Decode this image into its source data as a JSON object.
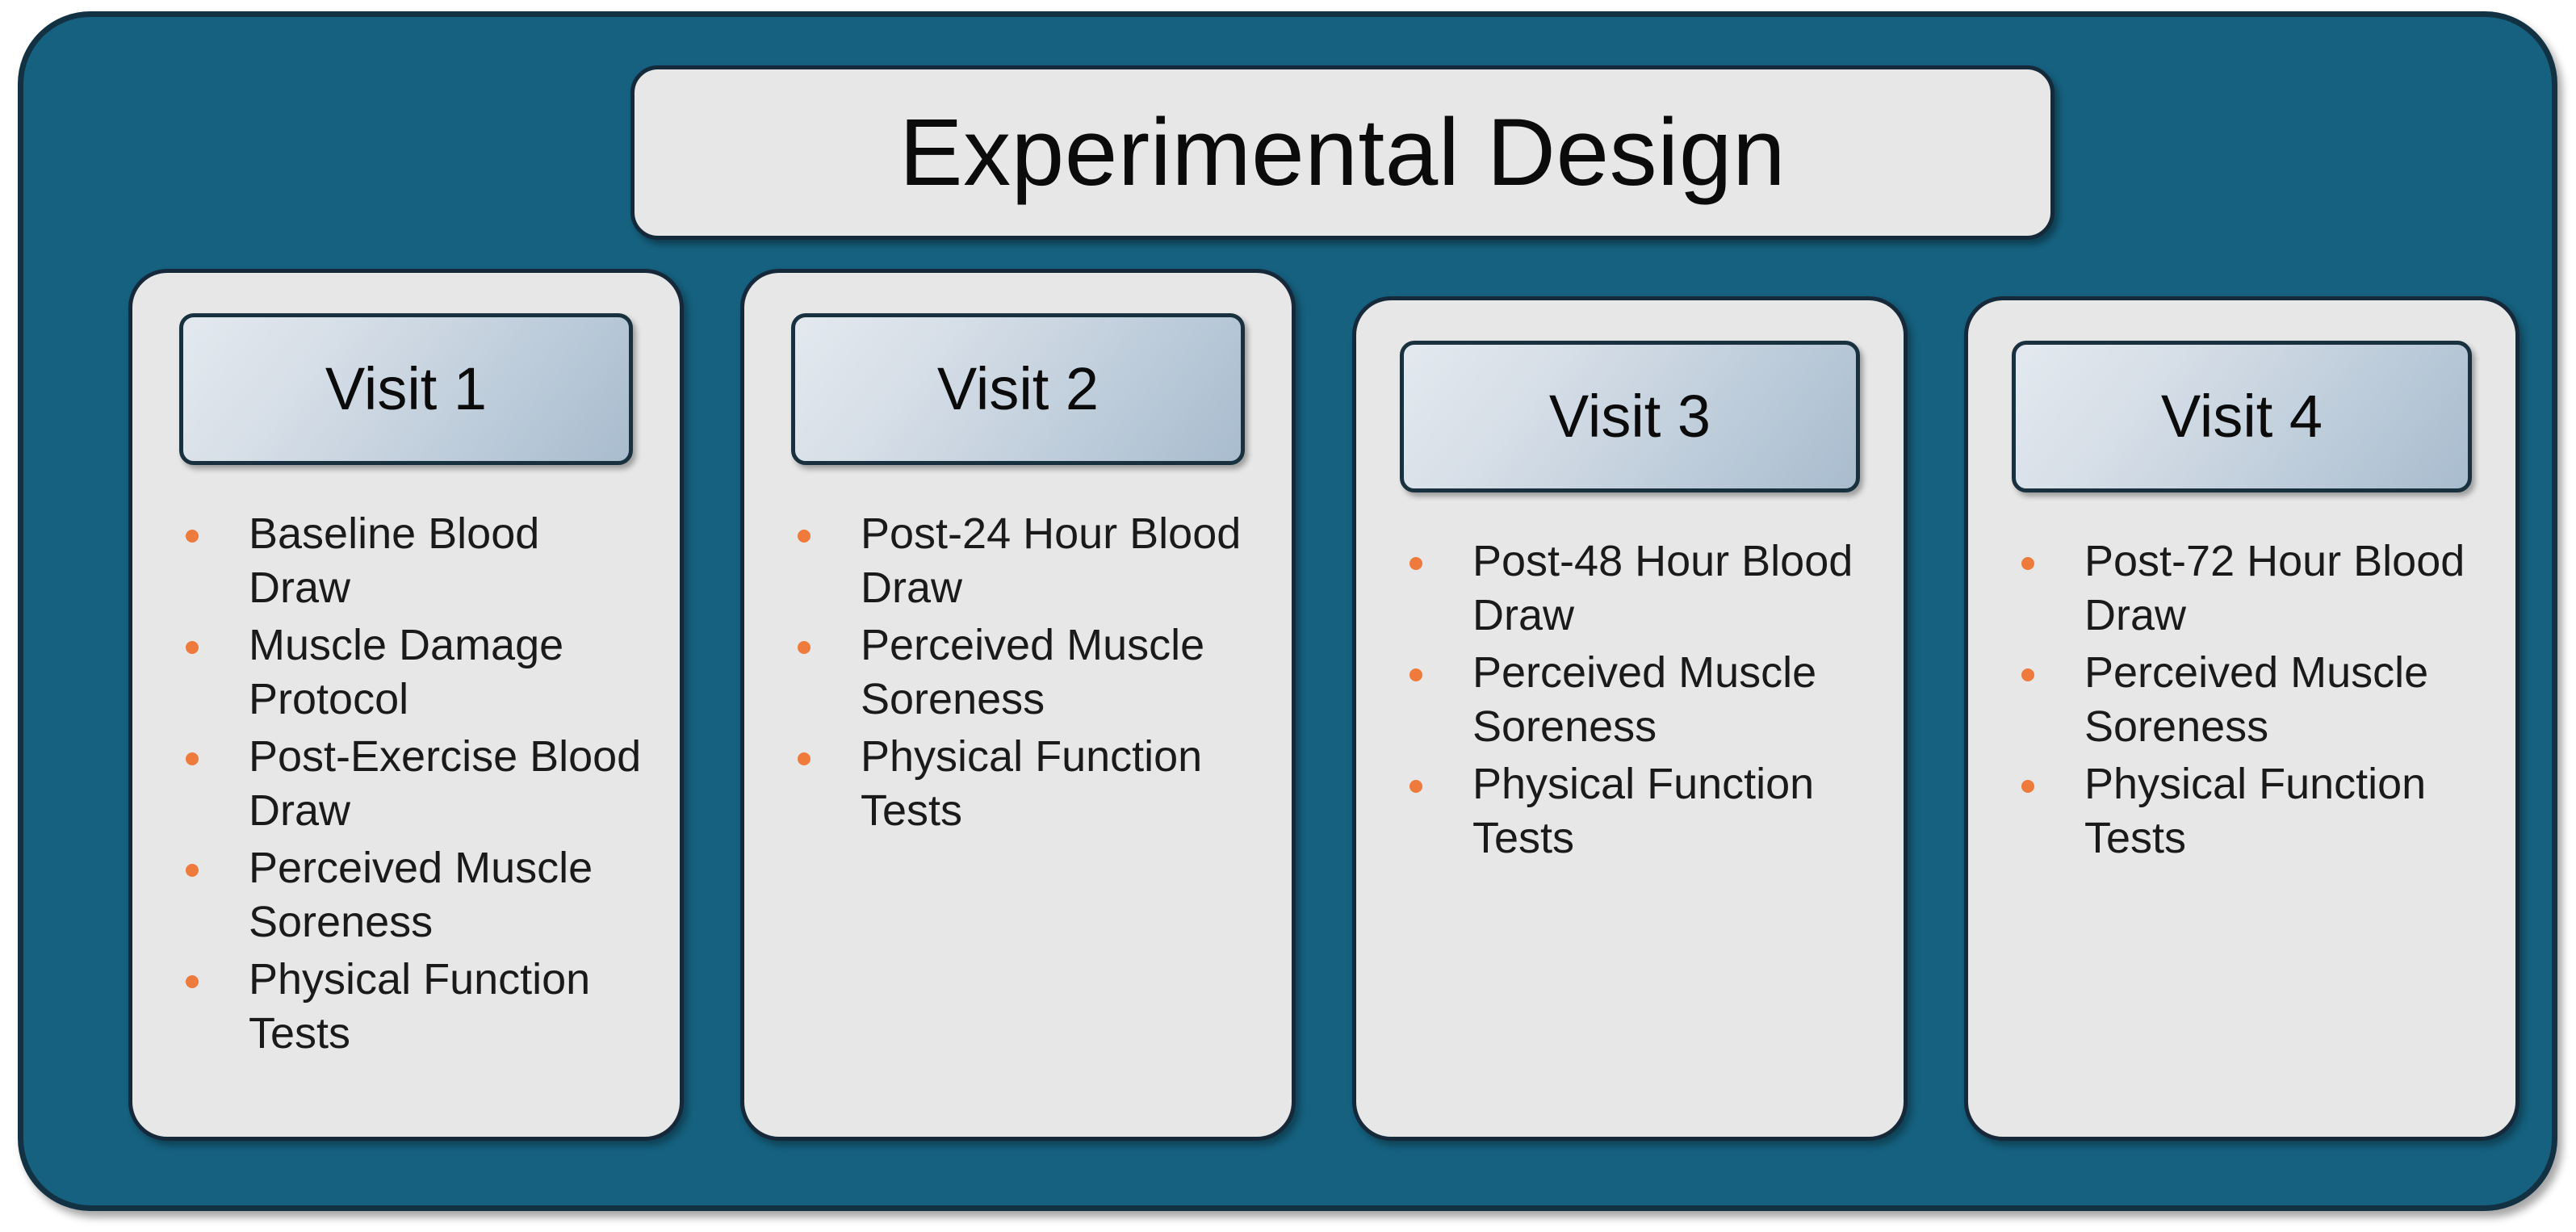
{
  "diagram": {
    "title": "Experimental Design",
    "colors": {
      "panel_background": "#15617F",
      "panel_border": "#123243",
      "card_background": "#E7E7E7",
      "card_border": "#16293A",
      "header_gradient_start": "#E3E9EF",
      "header_gradient_end": "#A8BCCE",
      "bullet": "#EE7B3C",
      "text": "#1A1A1A"
    },
    "columns": [
      {
        "header": "Visit 1",
        "items": [
          "Baseline Blood Draw",
          "Muscle Damage Protocol",
          "Post-Exercise Blood Draw",
          "Perceived Muscle Soreness",
          "Physical Function Tests"
        ]
      },
      {
        "header": "Visit 2",
        "items": [
          "Post-24 Hour Blood Draw",
          "Perceived Muscle Soreness",
          "Physical Function Tests"
        ]
      },
      {
        "header": "Visit 3",
        "items": [
          "Post-48 Hour Blood Draw",
          "Perceived Muscle Soreness",
          "Physical Function Tests"
        ]
      },
      {
        "header": "Visit 4",
        "items": [
          "Post-72 Hour Blood Draw",
          "Perceived Muscle Soreness",
          "Physical Function Tests"
        ]
      }
    ]
  }
}
